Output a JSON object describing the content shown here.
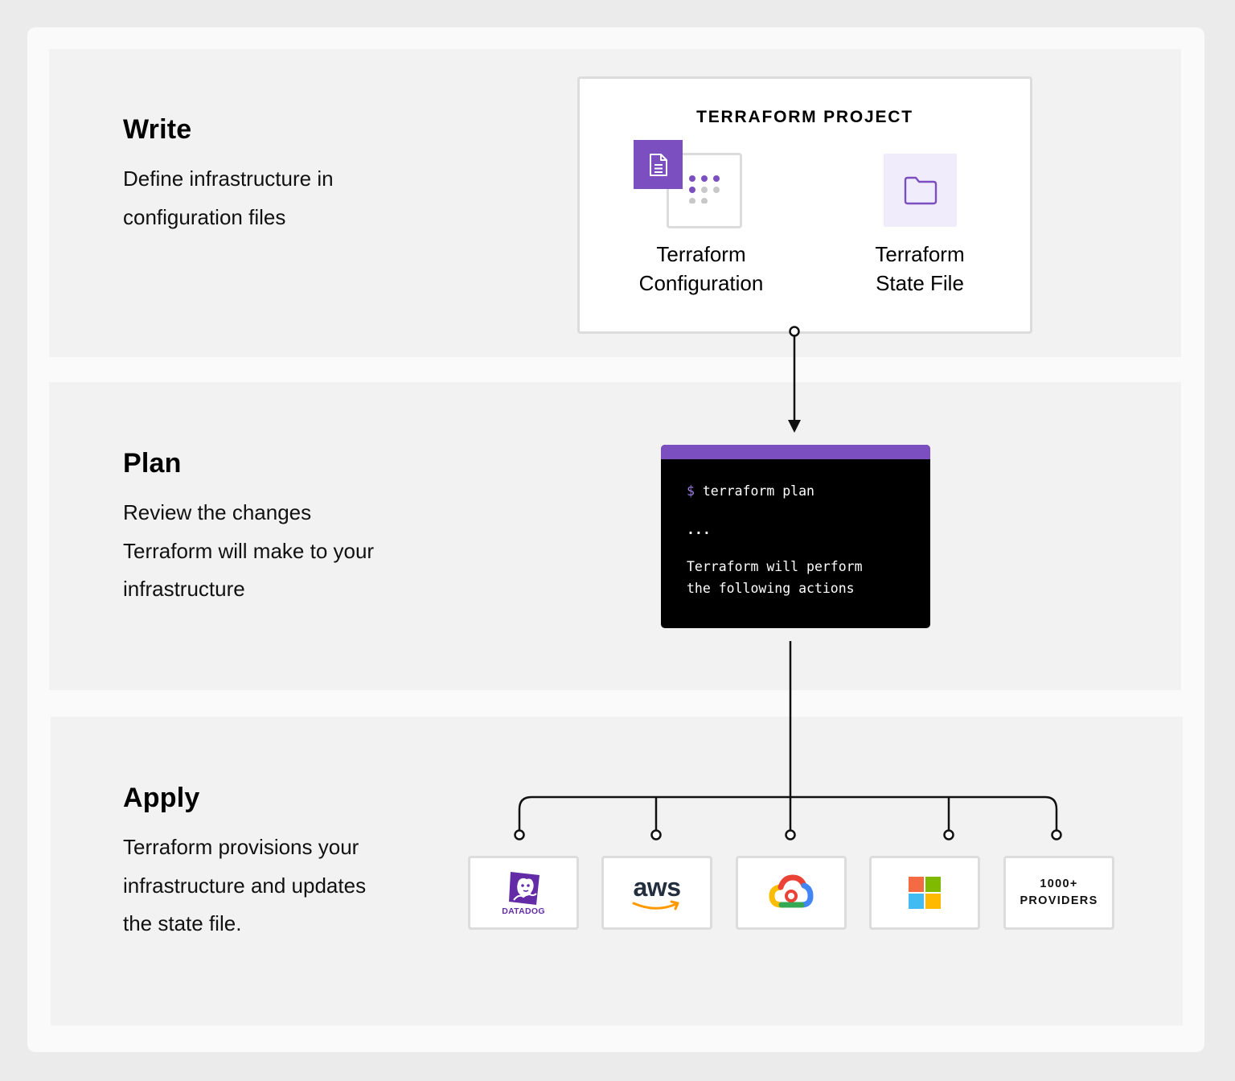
{
  "stages": {
    "write": {
      "title": "Write",
      "description": "Define infrastructure in configuration files"
    },
    "plan": {
      "title": "Plan",
      "description": "Review the changes Terraform will make to your infrastructure"
    },
    "apply": {
      "title": "Apply",
      "description": "Terraform provisions your infrastructure and updates the state file."
    }
  },
  "project": {
    "title": "TERRAFORM PROJECT",
    "configuration": {
      "line1": "Terraform",
      "line2": "Configuration",
      "icon": "document-icon"
    },
    "state_file": {
      "line1": "Terraform",
      "line2": "State File",
      "icon": "folder-icon"
    }
  },
  "terminal": {
    "prompt": "$",
    "command": "terraform plan",
    "ellipsis": "...",
    "output_line1": "Terraform will perform",
    "output_line2": "the following actions"
  },
  "providers": [
    {
      "name": "datadog",
      "label": "DATADOG",
      "icon": "datadog-logo"
    },
    {
      "name": "aws",
      "label": "aws",
      "icon": "aws-logo"
    },
    {
      "name": "google-cloud",
      "label": "",
      "icon": "google-cloud-logo"
    },
    {
      "name": "azure",
      "label": "",
      "icon": "microsoft-logo"
    },
    {
      "name": "more",
      "line1": "1000+",
      "line2": "PROVIDERS"
    }
  ],
  "colors": {
    "accent_purple": "#7b4fbf",
    "panel_bg": "#f2f2f2",
    "terminal_bg": "#000000",
    "connector": "#111111"
  }
}
